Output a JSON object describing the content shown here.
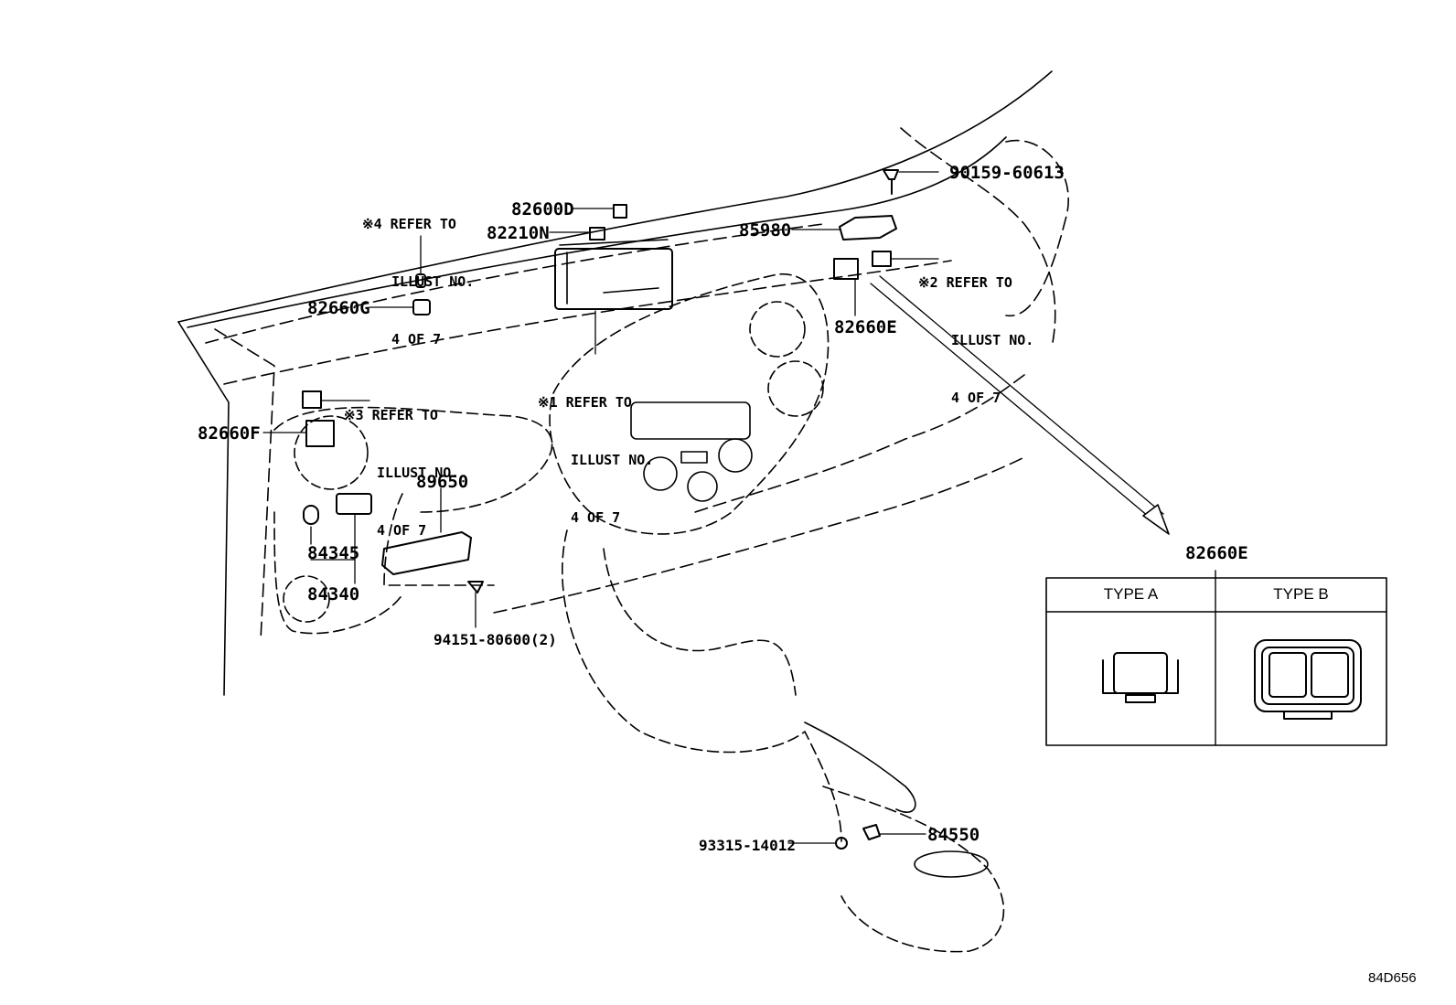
{
  "diagram": {
    "figure_code": "84D656",
    "part_labels": {
      "p90159": "90159-60613",
      "p85980": "85980",
      "p82600D": "82600D",
      "p82210N": "82210N",
      "p82660G": "82660G",
      "p82660E": "82660E",
      "p82660F": "82660F",
      "p89650": "89650",
      "p84345": "84345",
      "p84340": "84340",
      "p94151": "94151-80600(2)",
      "p93315": "93315-14012",
      "p84550": "84550"
    },
    "notes": {
      "n1": {
        "mark": "※1",
        "l1": "REFER TO",
        "l2": "ILLUST NO.",
        "l3": "4 OF 7"
      },
      "n2": {
        "mark": "※2",
        "l1": "REFER TO",
        "l2": "ILLUST NO.",
        "l3": "4 OF 7"
      },
      "n3": {
        "mark": "※3",
        "l1": "REFER TO",
        "l2": "ILLUST NO.",
        "l3": "4 OF 7"
      },
      "n4": {
        "mark": "※4",
        "l1": "REFER TO",
        "l2": "ILLUST NO.",
        "l3": "4 OF 7"
      }
    },
    "detail_box": {
      "title": "82660E",
      "type_a": "TYPE A",
      "type_b": "TYPE B"
    }
  }
}
